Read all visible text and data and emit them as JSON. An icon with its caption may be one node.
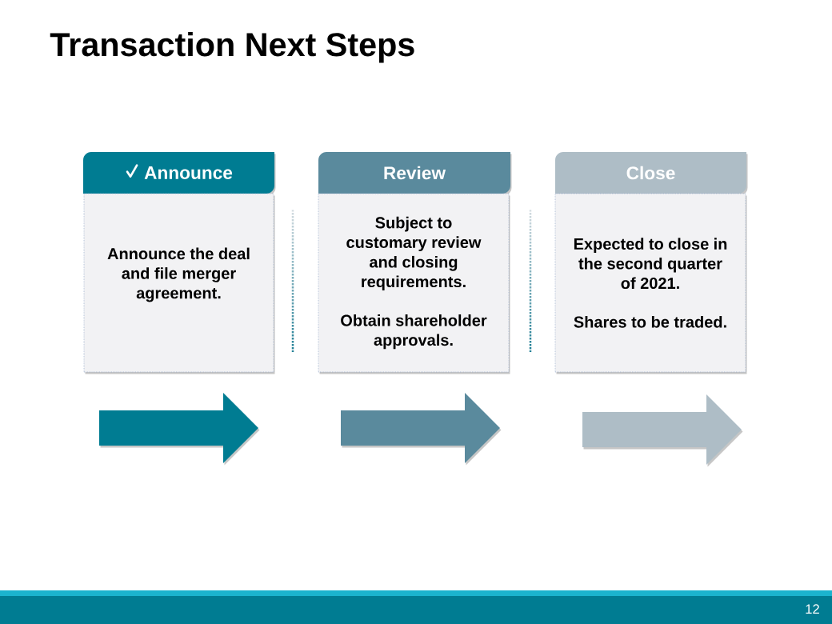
{
  "diagram": {
    "title": "Transaction Next Steps",
    "nodes": [
      {
        "text": [
          "Announce"
        ]
      },
      {
        "text": [
          "Announce the deal and file merger agreement."
        ]
      },
      {
        "text": [
          "Review"
        ]
      },
      {
        "text": [
          "Subject to customary review and closing requirements.",
          "Obtain shareholder approvals."
        ]
      },
      {
        "text": [
          "Close"
        ]
      },
      {
        "text": [
          "Expected to close in the second quarter of 2021.",
          "Shares to be traded."
        ]
      }
    ],
    "labels": [
      "12"
    ]
  }
}
